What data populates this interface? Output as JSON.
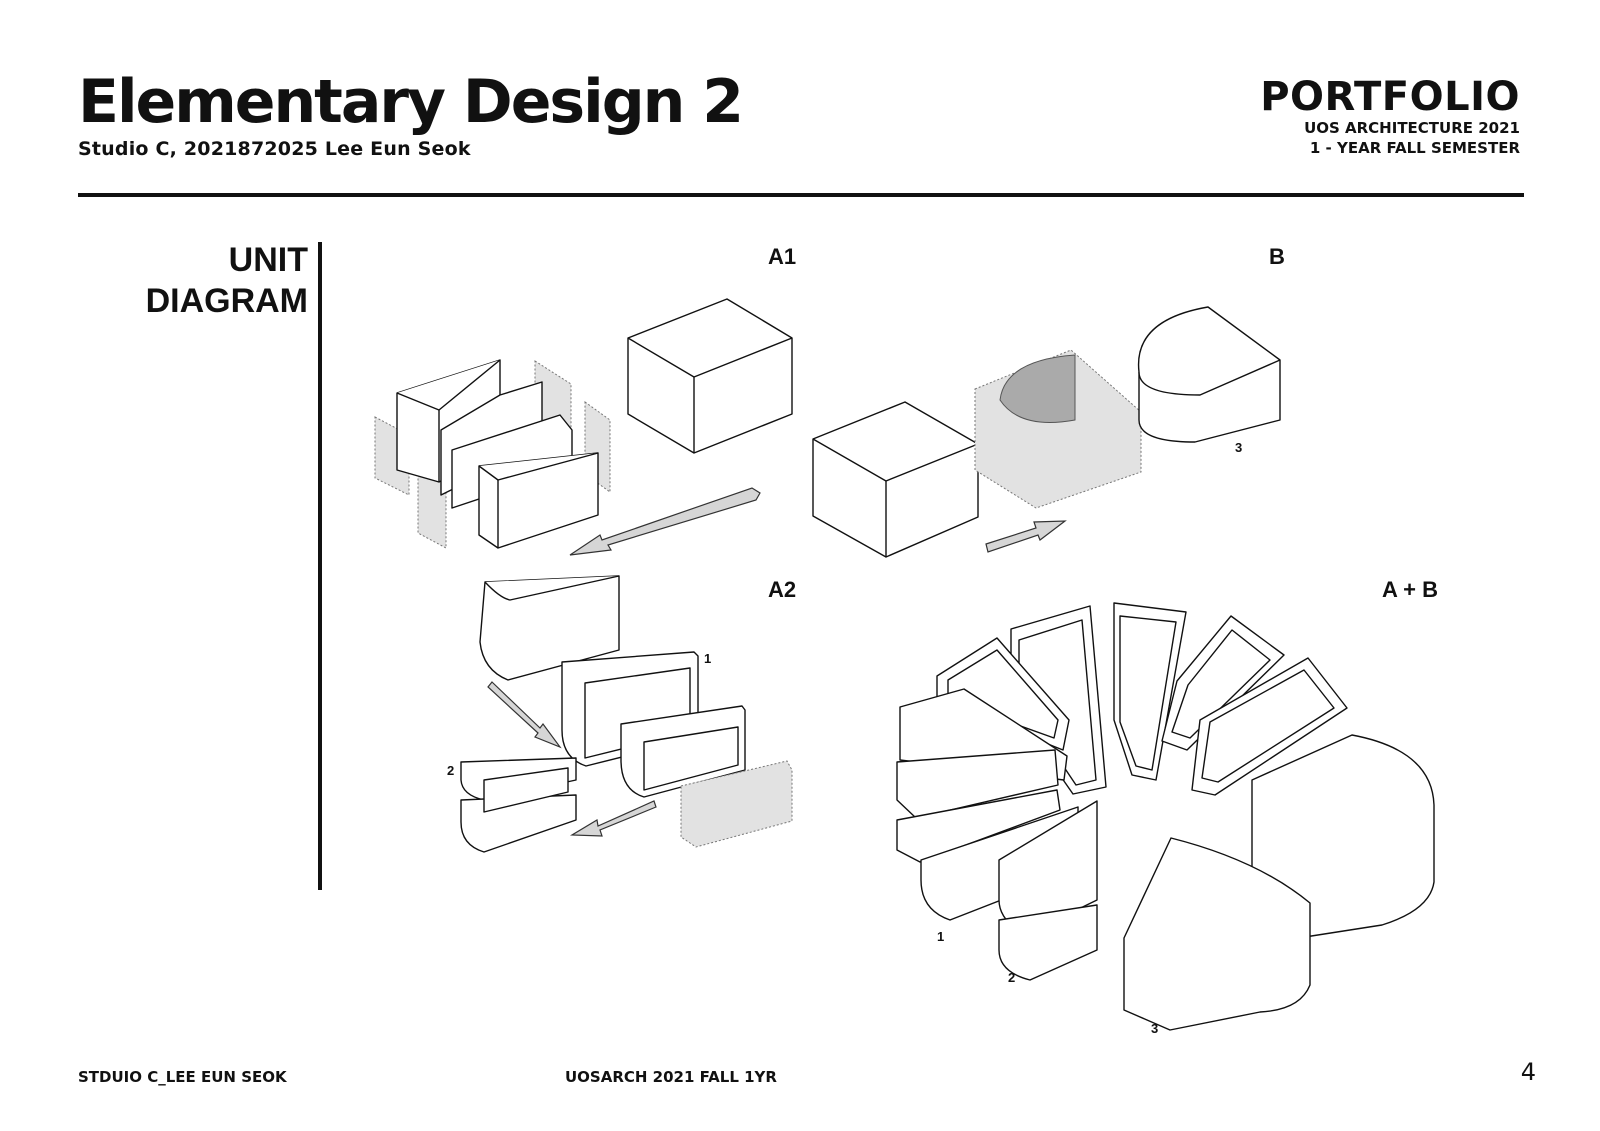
{
  "header": {
    "title": "Elementary Design 2",
    "subtitle": "Studio C, 2021872025 Lee Eun Seok",
    "portfolio": "PORTFOLIO",
    "program": "UOS ARCHITECTURE 2021",
    "semester": "1 - YEAR FALL SEMESTER"
  },
  "section": {
    "line1": "UNIT",
    "line2": "DIAGRAM"
  },
  "panels": {
    "a1": "A1",
    "b": "B",
    "a2": "A2",
    "ab": "A + B"
  },
  "numbers": {
    "b_3": "3",
    "a2_1": "1",
    "a2_2": "2",
    "ab_1": "1",
    "ab_2": "2",
    "ab_3": "3"
  },
  "footer": {
    "left": "STDUIO C_LEE EUN SEOK",
    "center": "UOSARCH 2021 FALL 1YR",
    "page": "4"
  },
  "colors": {
    "ink": "#111111",
    "ghost_fill": "#e2e2e2",
    "cut_fill": "#aaaaaa"
  }
}
